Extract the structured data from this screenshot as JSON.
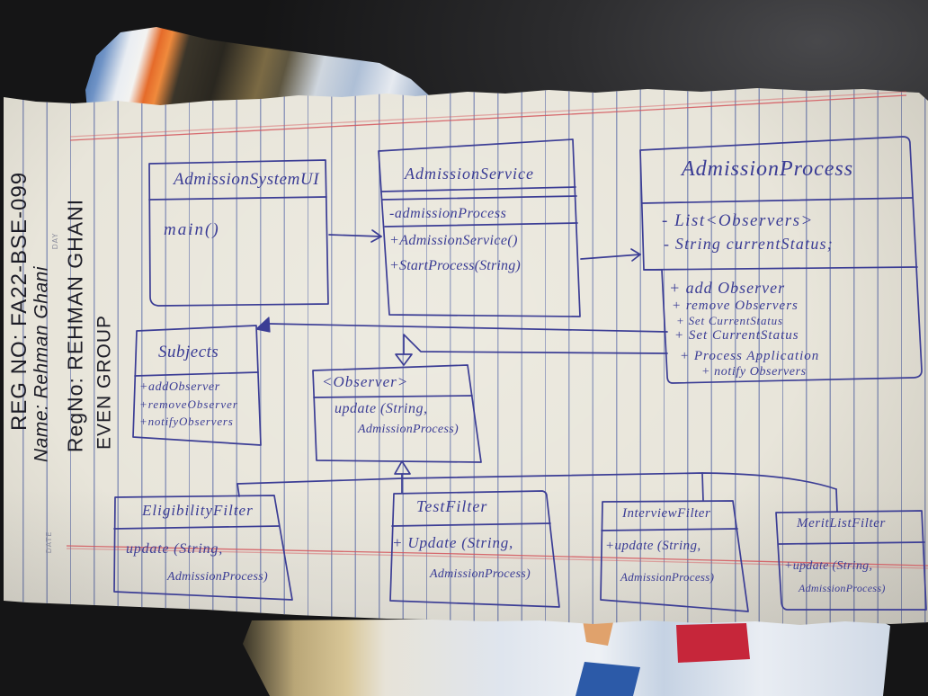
{
  "colors": {
    "blue_ink": "#3b3d95",
    "black_ink": "#1c1c26",
    "margin_red": "#d4545a",
    "paper": "#e8e5da",
    "rule_lines": "#8c95b8"
  },
  "paper": {
    "day_label": "DAY",
    "date_label": "DATE"
  },
  "student": {
    "reg_no": "REG NO: FA22-BSE-099",
    "name": "Name: Rehman Ghani",
    "reg_no_name": "RegNo: REHMAN GHANI",
    "group": "EVEN GROUP"
  },
  "classes": {
    "admission_system_ui": {
      "name": "AdmissionSystemUI",
      "methods": [
        "main()"
      ]
    },
    "admission_service": {
      "name": "AdmissionService",
      "attributes": [
        "-admissionProcess"
      ],
      "methods": [
        "+AdmissionService()",
        "+StartProcess(String)"
      ]
    },
    "admission_process": {
      "name": "AdmissionProcess",
      "attributes": [
        "- List<Observers>",
        "- String currentStatus;"
      ],
      "methods": [
        "+ add Observer",
        "+ remove Observers",
        "+ Set CurrentStatus",
        "+ Set CurrentStatus",
        "+ Process Application",
        "+ notify Observers"
      ]
    },
    "subjects": {
      "name": "Subjects",
      "methods": [
        "+addObserver",
        "+removeObserver",
        "+notifyObservers"
      ]
    },
    "observer": {
      "name": "<Observer>",
      "methods": [
        "update (String,",
        "AdmissionProcess)"
      ]
    },
    "eligibility_filter": {
      "name": "EligibilityFilter",
      "methods": [
        "update (String,",
        "AdmissionProcess)"
      ]
    },
    "test_filter": {
      "name": "TestFilter",
      "methods": [
        "+ Update (String,",
        "AdmissionProcess)"
      ]
    },
    "interview_filter": {
      "name": "InterviewFilter",
      "methods": [
        "+update (String,",
        "AdmissionProcess)"
      ]
    },
    "merit_list_filter": {
      "name": "MeritListFilter",
      "methods": [
        "+update (String,",
        "AdmissionProcess)"
      ]
    }
  }
}
